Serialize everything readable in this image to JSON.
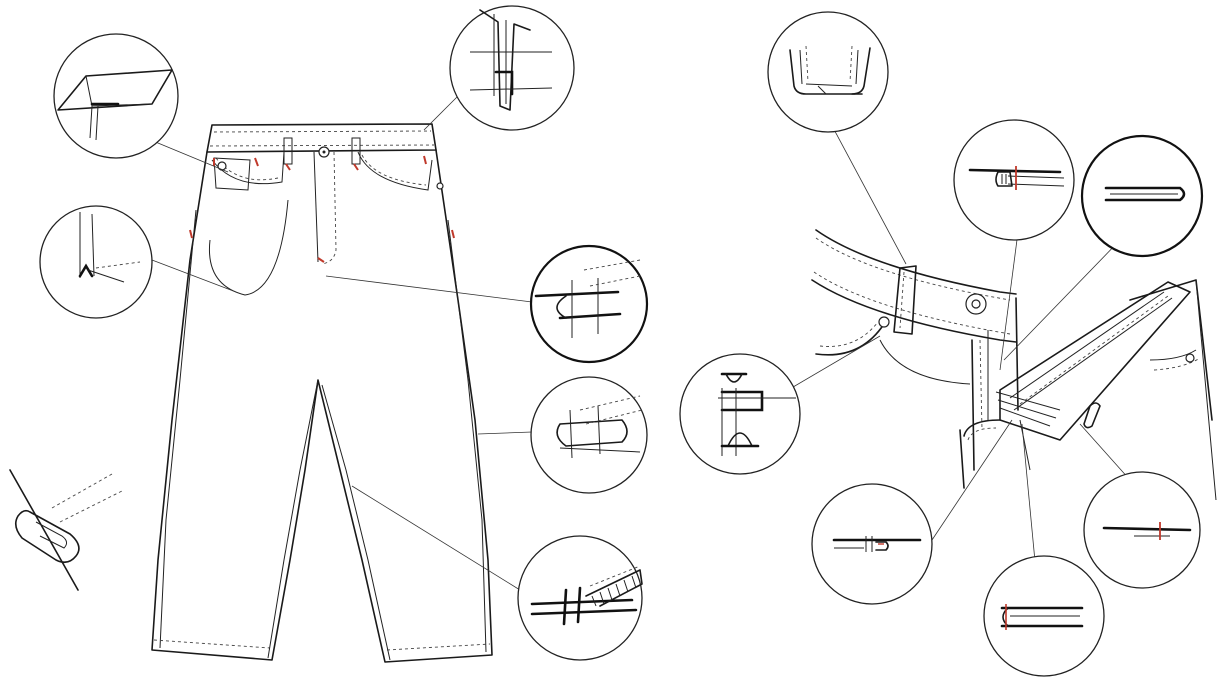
{
  "diagram": {
    "left_view": {
      "subject": "jeans-front-view",
      "details": [
        "yoke-lap-seam",
        "side-seam-topstitch",
        "waistband-fold",
        "front-rise-seam",
        "inseam-felled-seam",
        "hem-chainstitch",
        "angled-felled-seam"
      ]
    },
    "right_view": {
      "subject": "waistband-fly-closeup",
      "details": [
        "belt-loop-edge",
        "rivet-stitch",
        "fly-j-stitch",
        "waistband-facing",
        "bartack-fly-base",
        "fly-shield-topstitch",
        "buttonhole-seam"
      ]
    },
    "colors": {
      "ink": "#1a1a1a",
      "accent_stitch": "#c0392b",
      "paper": "#ffffff"
    }
  }
}
